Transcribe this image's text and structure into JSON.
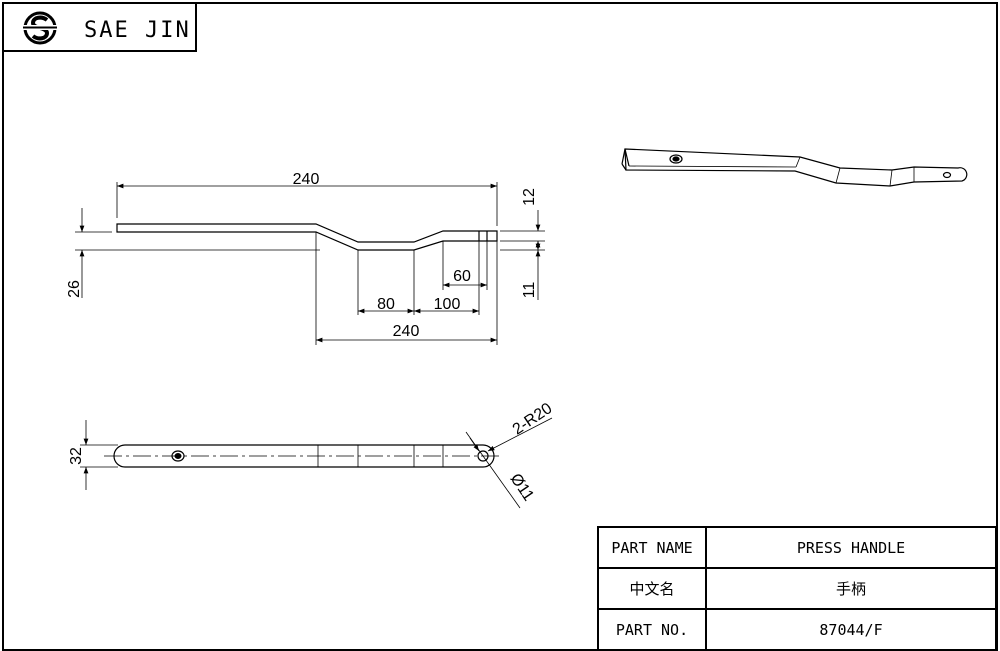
{
  "company": {
    "name": "SAE JIN",
    "logo": "sj-logo-icon"
  },
  "title_block": [
    {
      "label": "PART NAME",
      "value": "PRESS HANDLE"
    },
    {
      "label": "中文名",
      "value": "手柄"
    },
    {
      "label": "PART NO.",
      "value": "87044/F"
    }
  ],
  "dimensions": {
    "top_length": "240",
    "bottom_length": "240",
    "d80": "80",
    "d100": "100",
    "d60": "60",
    "height26": "26",
    "height12": "12",
    "height11": "11",
    "width32": "32",
    "radius": "2-R20",
    "hole": "Ø11"
  }
}
